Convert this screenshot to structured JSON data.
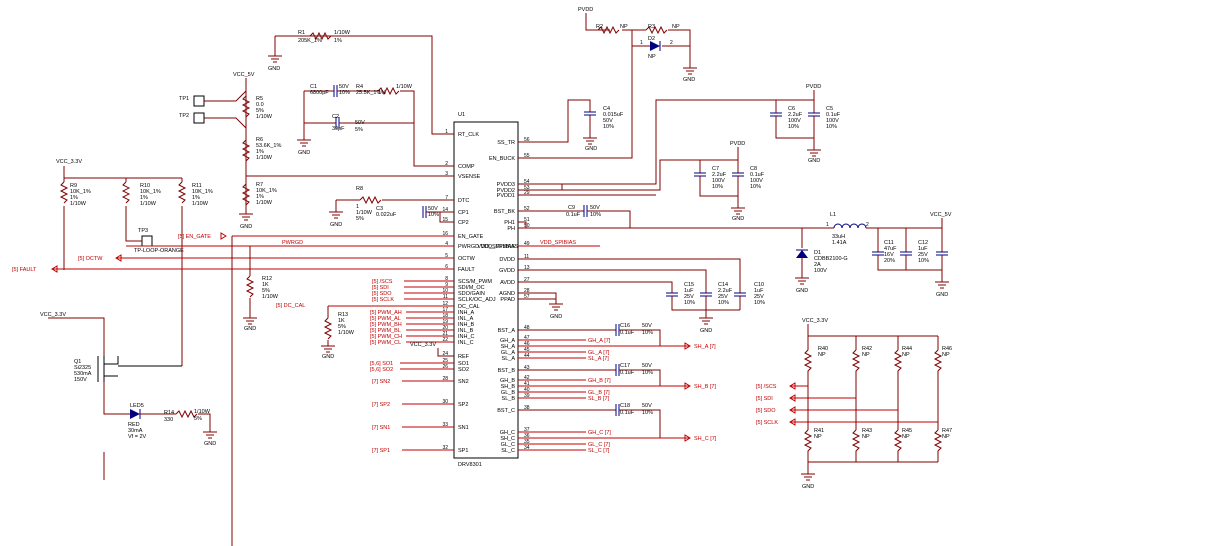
{
  "chip": {
    "ref": "U1",
    "part": "DRV8301",
    "left_pins": [
      {
        "num": "1",
        "name": "RT_CLK"
      },
      {
        "num": "2",
        "name": "COMP"
      },
      {
        "num": "3",
        "name": "VSENSE"
      },
      {
        "num": "7",
        "name": "DTC"
      },
      {
        "num": "14",
        "name": "CP1"
      },
      {
        "num": "15",
        "name": "CP2"
      },
      {
        "num": "16",
        "name": "EN_GATE"
      },
      {
        "num": "4",
        "name": "PWRGD VDD_SPI/BIAS"
      },
      {
        "num": "5",
        "name": "OCTW"
      },
      {
        "num": "6",
        "name": "FAULT"
      },
      {
        "num": "8",
        "name": "SCS/M_PWM"
      },
      {
        "num": "9",
        "name": "SDI/M_OC"
      },
      {
        "num": "10",
        "name": "SDO/GAIN"
      },
      {
        "num": "11",
        "name": "SCLK/OC_ADJ"
      },
      {
        "num": "12",
        "name": "DC_CAL"
      },
      {
        "num": "17",
        "name": "INH_A"
      },
      {
        "num": "18",
        "name": "INL_A"
      },
      {
        "num": "19",
        "name": "INH_B"
      },
      {
        "num": "20",
        "name": "INL_B"
      },
      {
        "num": "21",
        "name": "INH_C"
      },
      {
        "num": "22",
        "name": "INL_C"
      },
      {
        "num": "24",
        "name": "REF"
      },
      {
        "num": "25",
        "name": "SO1"
      },
      {
        "num": "26",
        "name": "SO2"
      },
      {
        "num": "28",
        "name": "SN2"
      },
      {
        "num": "30",
        "name": "SP2"
      },
      {
        "num": "33",
        "name": "SN1"
      },
      {
        "num": "32",
        "name": "SP1"
      }
    ],
    "right_pins": [
      {
        "num": "56",
        "name": "SS_TR"
      },
      {
        "num": "55",
        "name": "EN_BUCK"
      },
      {
        "num": "54",
        "name": "PVDD3"
      },
      {
        "num": "53",
        "name": "PVDD2"
      },
      {
        "num": "29",
        "name": "PVDD1"
      },
      {
        "num": "52",
        "name": "BST_BK"
      },
      {
        "num": "51",
        "name": "PH1"
      },
      {
        "num": "50",
        "name": "PH"
      },
      {
        "num": "49",
        "name": "VDD_SPI/BIAS"
      },
      {
        "num": "11",
        "name": "DVDD"
      },
      {
        "num": "13",
        "name": "GVDD"
      },
      {
        "num": "27",
        "name": "AVDD"
      },
      {
        "num": "28",
        "name": "AGND"
      },
      {
        "num": "57",
        "name": "PPAD"
      },
      {
        "num": "48",
        "name": "BST_A"
      },
      {
        "num": "47",
        "name": "GH_A"
      },
      {
        "num": "46",
        "name": "SH_A"
      },
      {
        "num": "45",
        "name": "GL_A"
      },
      {
        "num": "44",
        "name": "SL_A"
      },
      {
        "num": "43",
        "name": "BST_B"
      },
      {
        "num": "42",
        "name": "GH_B"
      },
      {
        "num": "41",
        "name": "SH_B"
      },
      {
        "num": "40",
        "name": "GL_B"
      },
      {
        "num": "39",
        "name": "SL_B"
      },
      {
        "num": "38",
        "name": "BST_C"
      },
      {
        "num": "37",
        "name": "GH_C"
      },
      {
        "num": "36",
        "name": "SH_C"
      },
      {
        "num": "35",
        "name": "GL_C"
      },
      {
        "num": "34",
        "name": "SL_C"
      }
    ]
  },
  "power": {
    "pvdd": "PVDD",
    "gnd": "GND",
    "vcc5": "VCC_5V",
    "vcc33": "VCC_3.3V"
  },
  "components": {
    "R1": {
      "ref": "R1",
      "value": "205K_1%",
      "tol": "1%",
      "power": "1/10W"
    },
    "R2": {
      "ref": "R2",
      "value": "NP"
    },
    "R3": {
      "ref": "R3",
      "value": "NP"
    },
    "D2": {
      "ref": "D2",
      "value": "NP",
      "pin1": "1",
      "pin2": "2"
    },
    "C1": {
      "ref": "C1",
      "value": "6800pF",
      "volt": "50V",
      "tol": "10%"
    },
    "R4": {
      "ref": "R4",
      "value": "25.5K_1%",
      "tol": "1%",
      "power": "1/10W"
    },
    "C2": {
      "ref": "C2",
      "value": "39pF",
      "volt": "50V",
      "tol": "5%"
    },
    "R5": {
      "ref": "R5",
      "value": "0.0",
      "tol": "5%",
      "power": "1/10W"
    },
    "R6": {
      "ref": "R6",
      "value": "53.6K_1%",
      "tol": "1%",
      "power": "1/10W"
    },
    "R7": {
      "ref": "R7",
      "value": "10K_1%",
      "tol": "1%",
      "power": "1/10W"
    },
    "TP1": {
      "ref": "TP1"
    },
    "TP2": {
      "ref": "TP2"
    },
    "TP3": {
      "ref": "TP3",
      "value": "TP-LOOP-ORANGE"
    },
    "R9": {
      "ref": "R9",
      "value": "10K_1%",
      "tol": "1%",
      "power": "1/10W"
    },
    "R10": {
      "ref": "R10",
      "value": "10K_1%",
      "tol": "1%",
      "power": "1/10W"
    },
    "R11": {
      "ref": "R11",
      "value": "10K_1%",
      "tol": "1%",
      "power": "1/10W"
    },
    "R8": {
      "ref": "R8",
      "value": "1",
      "power": "1/10W",
      "tol": "5%"
    },
    "C3": {
      "ref": "C3",
      "value": "0.022uF",
      "volt": "50V",
      "tol": "10%"
    },
    "R12": {
      "ref": "R12",
      "value": "1K",
      "tol": "5%",
      "power": "1/10W"
    },
    "R13": {
      "ref": "R13",
      "value": "1K",
      "tol": "5%",
      "power": "1/10W"
    },
    "Q1": {
      "ref": "Q1",
      "part": "Si2325",
      "current": "530mA",
      "volt": "150V"
    },
    "LED5": {
      "ref": "LED5",
      "color": "RED",
      "current": "30mA",
      "vf": "Vf = 2V"
    },
    "R14": {
      "ref": "R14",
      "value": "330",
      "tol": "5%",
      "power": "1/10W"
    },
    "C4": {
      "ref": "C4",
      "value": "0.015uF",
      "volt": "50V",
      "tol": "10%"
    },
    "C6": {
      "ref": "C6",
      "value": "2.2uF",
      "volt": "100V",
      "tol": "10%"
    },
    "C5": {
      "ref": "C5",
      "value": "0.1uF",
      "volt": "100V",
      "tol": "10%"
    },
    "C7": {
      "ref": "C7",
      "value": "2.2uF",
      "volt": "100V",
      "tol": "10%"
    },
    "C8": {
      "ref": "C8",
      "value": "0.1uF",
      "volt": "100V",
      "tol": "10%"
    },
    "C9": {
      "ref": "C9",
      "value": "0.1uF",
      "volt": "50V",
      "tol": "10%"
    },
    "L1": {
      "ref": "L1",
      "value": "33uH",
      "current": "1.41A",
      "pin1": "1",
      "pin2": "2"
    },
    "D1": {
      "ref": "D1",
      "part": "CDBB2100-G",
      "current": "2A",
      "volt": "100V"
    },
    "C11": {
      "ref": "C11",
      "value": "47uF",
      "volt": "16V",
      "tol": "20%"
    },
    "C12": {
      "ref": "C12",
      "value": "1uF",
      "volt": "25V",
      "tol": "10%"
    },
    "C15": {
      "ref": "C15",
      "value": "1uF",
      "volt": "25V",
      "tol": "10%"
    },
    "C14": {
      "ref": "C14",
      "value": "2.2uF",
      "volt": "25V",
      "tol": "10%"
    },
    "C10": {
      "ref": "C10",
      "value": "1uF",
      "volt": "25V",
      "tol": "10%"
    },
    "C16": {
      "ref": "C16",
      "value": "0.1uF",
      "volt": "50V",
      "tol": "10%"
    },
    "C17": {
      "ref": "C17",
      "value": "0.1uF",
      "volt": "50V",
      "tol": "10%"
    },
    "C18": {
      "ref": "C18",
      "value": "0.1uF",
      "volt": "50V",
      "tol": "10%"
    },
    "R40": {
      "ref": "R40",
      "value": "NP"
    },
    "R41": {
      "ref": "R41",
      "value": "NP"
    },
    "R42": {
      "ref": "R42",
      "value": "NP"
    },
    "R43": {
      "ref": "R43",
      "value": "NP"
    },
    "R44": {
      "ref": "R44",
      "value": "NP"
    },
    "R45": {
      "ref": "R45",
      "value": "NP"
    },
    "R46": {
      "ref": "R46",
      "value": "NP"
    },
    "R47": {
      "ref": "R47",
      "value": "NP"
    }
  },
  "nets": {
    "en_gate": "[5] EN_GATE",
    "pwrgd": "PWRGD",
    "octw": "[5] OCTW",
    "fault": "[5] FAULT",
    "dc_cal": "[5] DC_CAL",
    "vdd_spibias": "VDD_SPIBIAS",
    "scs": "[5] /SCS",
    "sdi": "[5] SDI",
    "sdo": "[5] SDO",
    "sclk": "[5] SCLK",
    "pwm_ah": "[5] PWM_AH",
    "pwm_al": "[5] PWM_AL",
    "pwm_bh": "[5] PWM_BH",
    "pwm_bl": "[5] PWM_BL",
    "pwm_ch": "[5] PWM_CH",
    "pwm_cl": "[5] PWM_CL",
    "so1": "[5,6] SO1",
    "so2": "[5,6] SO2",
    "sn2": "[7] SN2",
    "sp2": "[7] SP2",
    "sn1": "[7] SN1",
    "sp1": "[7] SP1",
    "gh_a": "GH_A [7]",
    "gl_a": "GL_A [7]",
    "sl_a": "SL_A [7]",
    "sh_a": "SH_A [7]",
    "gh_b": "GH_B [7]",
    "gl_b": "GL_B [7]",
    "sl_b": "SL_B [7]",
    "sh_b": "SH_B [7]",
    "gh_c": "GH_C [7]",
    "gl_c": "GL_C [7]",
    "sl_c": "SL_C [7]",
    "sh_c": "SH_C [7]",
    "r_scs": "[5] /SCS",
    "r_sdi": "[5] SDI",
    "r_sdo": "[5] SDO",
    "r_sclk": "[5] SCLK"
  }
}
